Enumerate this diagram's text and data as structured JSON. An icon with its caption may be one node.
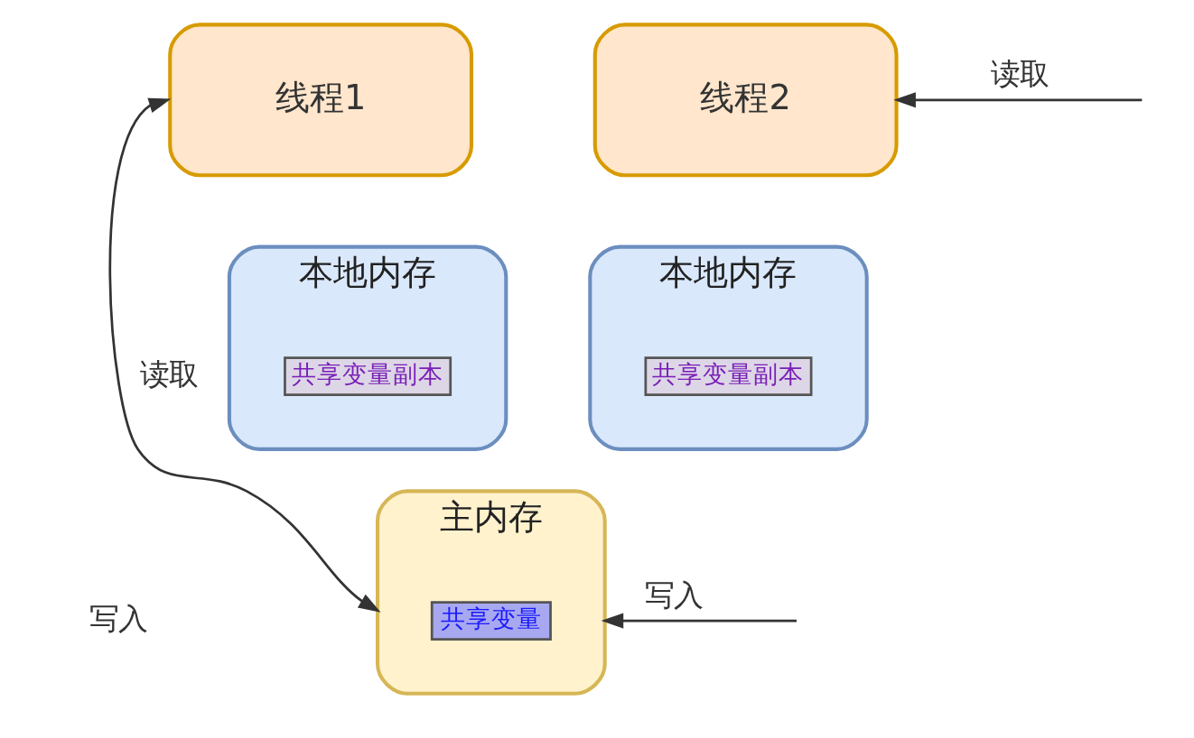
{
  "diagram": {
    "nodes": [
      {
        "text": [
          "线程1"
        ]
      },
      {
        "text": [
          "线程2"
        ]
      },
      {
        "text": [
          "本地内存"
        ]
      },
      {
        "text": [
          "共享变量副本"
        ],
        "in": 2
      },
      {
        "text": [
          "本地内存"
        ]
      },
      {
        "text": [
          "共享变量副本"
        ],
        "in": 4
      },
      {
        "text": [
          "主内存"
        ]
      },
      {
        "text": [
          "共享变量"
        ],
        "in": 6
      }
    ],
    "edges": [
      {
        "from": 0,
        "to": 6,
        "arrow": "both",
        "label": "读取"
      },
      {
        "from": null,
        "to": 1,
        "arrow": "to",
        "label": "读取"
      },
      {
        "from": null,
        "to": 6,
        "arrow": "to",
        "label": "写入"
      }
    ],
    "labels": [
      "写入"
    ]
  }
}
